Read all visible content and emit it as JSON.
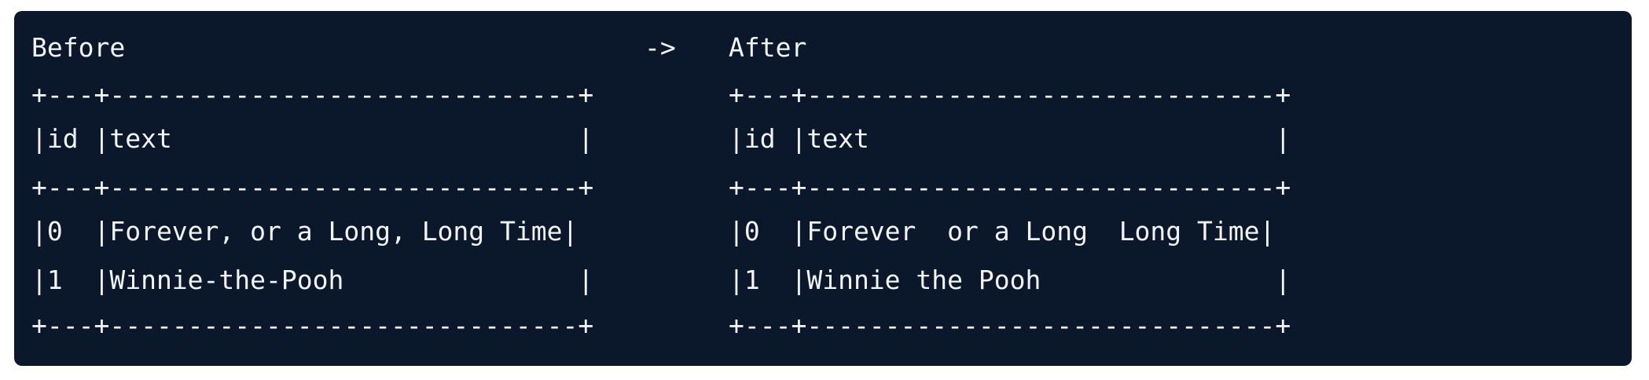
{
  "before": {
    "title": "Before",
    "border": "+---+------------------------------+",
    "header": "|id |text                          |",
    "rows": [
      "|0  |Forever, or a Long, Long Time|",
      "|1  |Winnie-the-Pooh               |"
    ]
  },
  "arrow": "->",
  "after": {
    "title": "After",
    "border": "+---+------------------------------+",
    "header": "|id |text                          |",
    "rows": [
      "|0  |Forever  or a Long  Long Time|",
      "|1  |Winnie the Pooh               |"
    ]
  }
}
